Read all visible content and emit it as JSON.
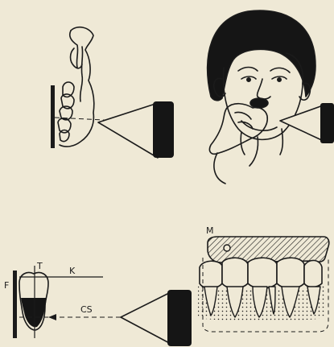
{
  "labels": {
    "t": "T",
    "k": "K",
    "f": "F",
    "cs": "CS",
    "m": "M"
  },
  "colors": {
    "paper": "#efe9d6",
    "ink": "#1b1b1b",
    "cone_base": "#151515"
  }
}
